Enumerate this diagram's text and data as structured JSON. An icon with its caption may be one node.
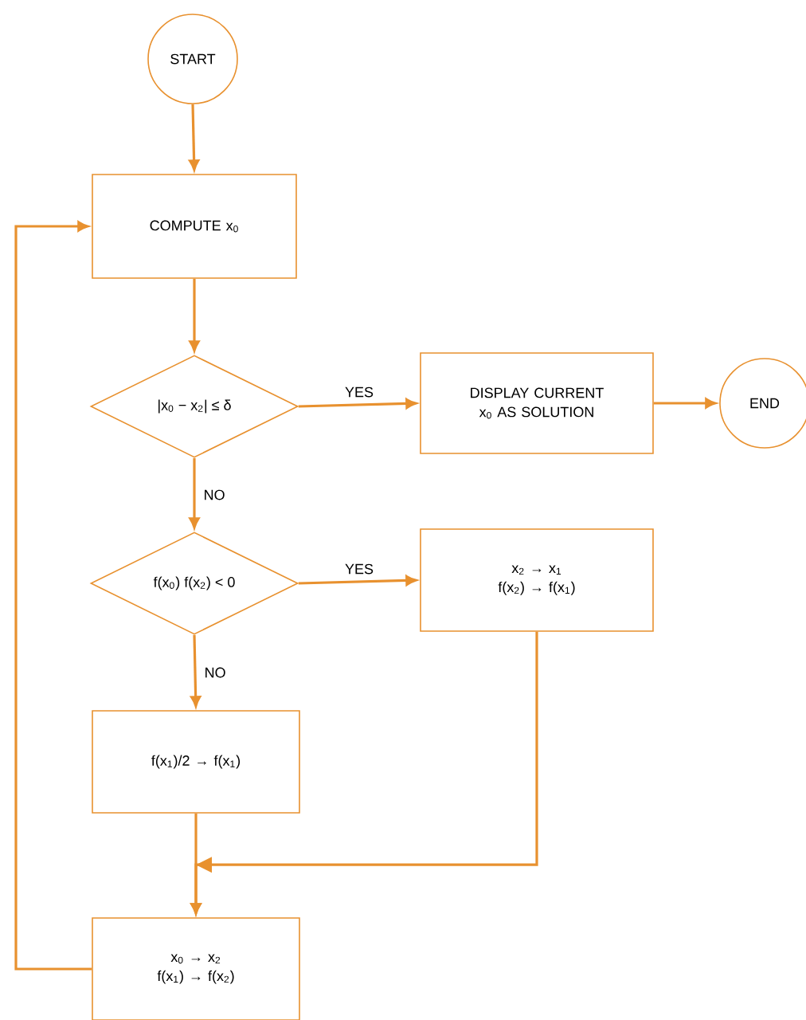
{
  "diagram": {
    "nodes": [
      {
        "text": [
          "START"
        ]
      },
      {
        "text": [
          "COMPUTE x$_{0}$"
        ]
      },
      {
        "text": [
          "|x$_{0}$ − x$_{2}$| ≤ δ"
        ]
      },
      {
        "text": [
          "DISPLAY CURRENT x$_{0}$ AS SOLUTION"
        ]
      },
      {
        "text": [
          "END"
        ]
      },
      {
        "text": [
          "f(x$_{0}$) f(x$_{2}$) < 0"
        ]
      },
      {
        "text": [
          "x$_{2}$ → x$_{1}$",
          "f(x$_{2}$) → f(x$_{1}$)"
        ]
      },
      {
        "text": [
          "f(x$_{1}$)/2 → f(x$_{1}$)"
        ]
      },
      {
        "text": [
          "x$_{0}$ → x$_{2}$",
          "f(x$_{1}$) → f(x$_{2}$)"
        ]
      }
    ],
    "edges": [
      {
        "from": 0,
        "to": 1,
        "arrow": "to"
      },
      {
        "from": 1,
        "to": 2,
        "arrow": "to"
      },
      {
        "from": 2,
        "to": 3,
        "arrow": "to",
        "label": "YES"
      },
      {
        "from": 3,
        "to": 4,
        "arrow": "to"
      },
      {
        "from": 2,
        "to": 5,
        "arrow": "to",
        "label": "NO"
      },
      {
        "from": 5,
        "to": 6,
        "arrow": "to",
        "label": "YES"
      },
      {
        "from": 5,
        "to": 7,
        "arrow": "to",
        "label": "NO"
      },
      {
        "from": 7,
        "to": 8,
        "arrow": "to"
      },
      {
        "from": 6,
        "to": 8,
        "arrow": "to"
      },
      {
        "from": 8,
        "to": 1,
        "arrow": "to"
      }
    ]
  }
}
